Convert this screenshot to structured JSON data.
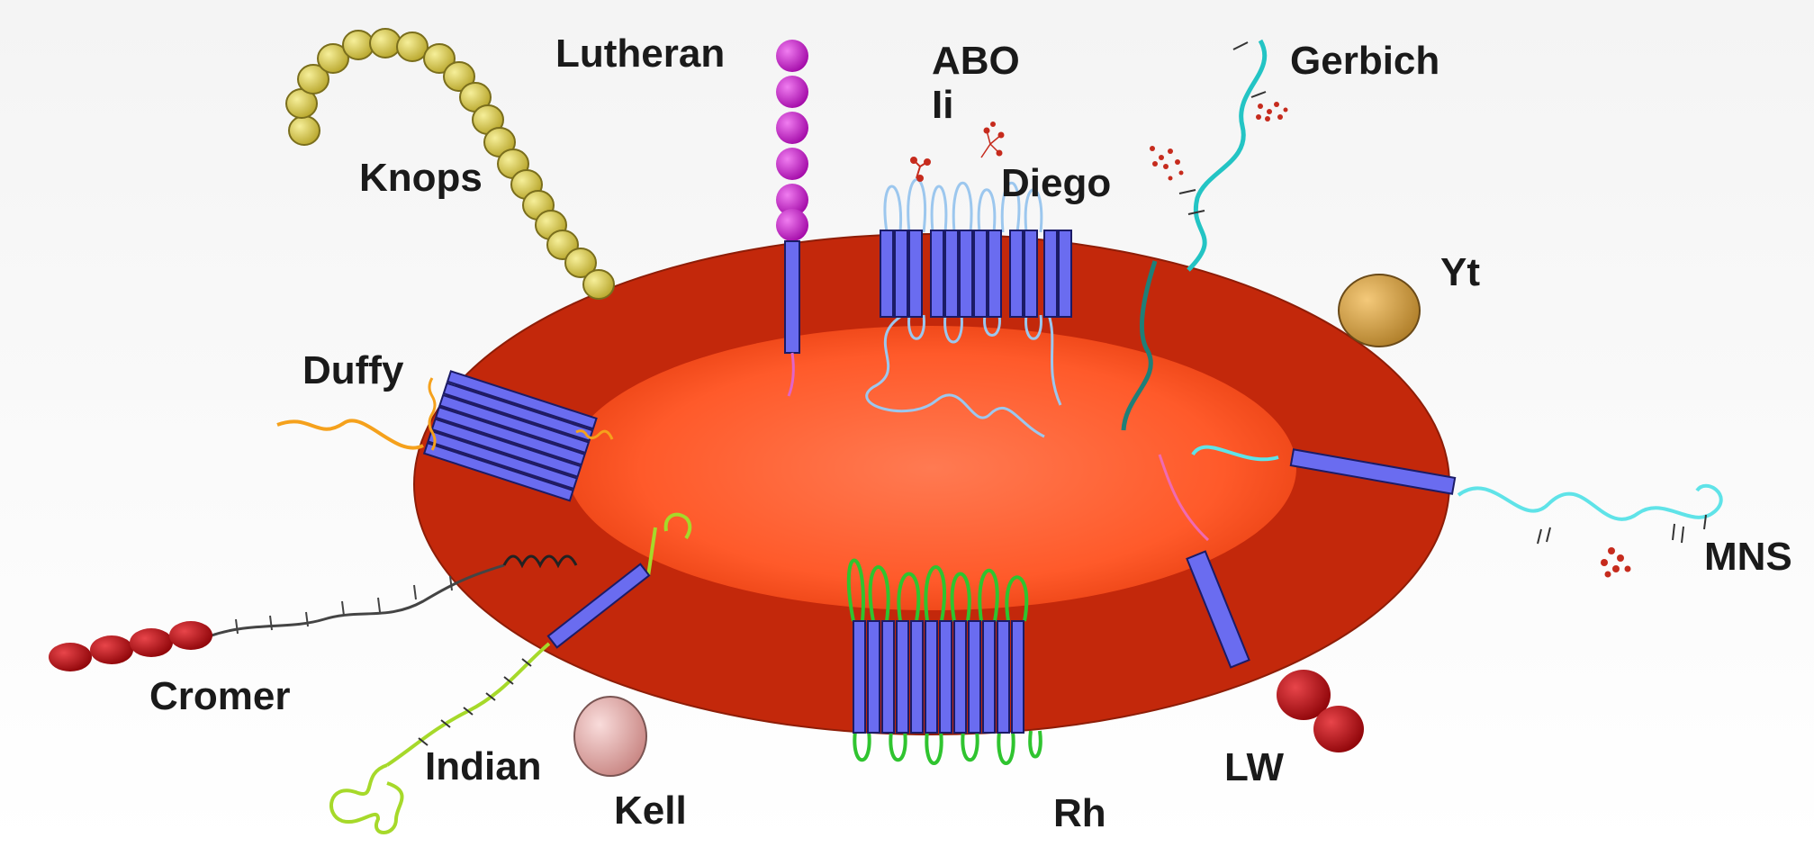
{
  "labels": {
    "knops": "Knops",
    "lutheran": "Lutheran",
    "abo": "ABO",
    "ii": "Ii",
    "diego": "Diego",
    "gerbich": "Gerbich",
    "yt": "Yt",
    "duffy": "Duffy",
    "mns": "MNS",
    "cromer": "Cromer",
    "indian": "Indian",
    "kell": "Kell",
    "rh": "Rh",
    "lw": "LW"
  },
  "colors": {
    "cell_outer": "#c3280b",
    "cell_inner": "#ff6a3d",
    "membrane_protein": "#6a6cf0",
    "knops_beads": "#d8c94a",
    "lutheran_beads": "#c218c9",
    "diego_loops": "#9cc7ee",
    "rh_loops": "#2fc42f",
    "gerbich_chain": "#23c4c4",
    "mns_chain": "#5fe3e8",
    "duffy_chain": "#f5a11c",
    "indian_chain": "#a6d92a",
    "cromer_beads": "#b10f12",
    "kell_ball": "#e7b0ad",
    "yt_ball": "#d9a54a",
    "lw_beads": "#c4141e",
    "glycan": "#c62b1d"
  }
}
